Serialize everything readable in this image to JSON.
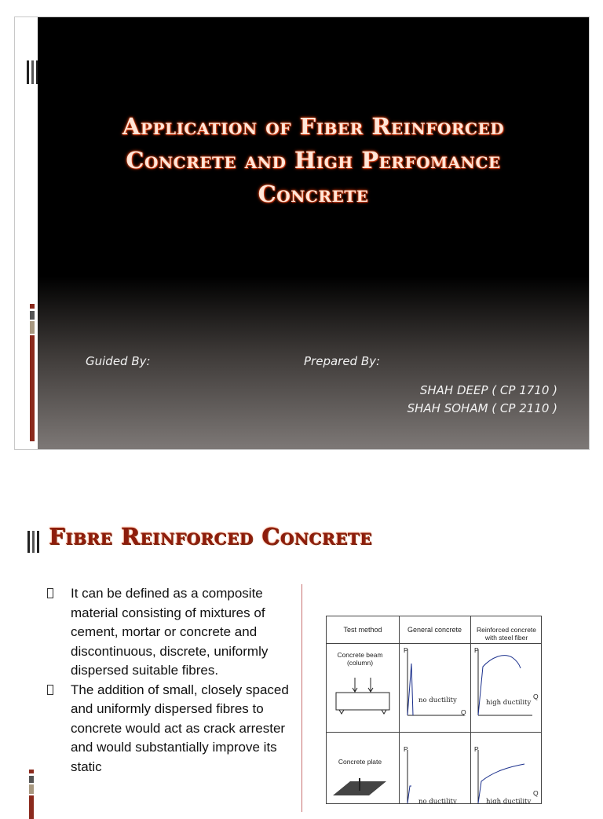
{
  "slide1": {
    "title_lines": [
      "Application  of Fiber Reinforced",
      "Concrete and High Perfomance",
      "Concrete"
    ],
    "guided_by_label": "Guided By:",
    "prepared_by_label": "Prepared By:",
    "authors": [
      "SHAH DEEP ( CP 1710 )",
      "SHAH SOHAM ( CP 2110 )"
    ],
    "colors": {
      "title": "#ffe6d8",
      "title_glow": "#e03c10",
      "accent_bar": "#8b2a1d"
    }
  },
  "slide2": {
    "heading": "Fibre  Reinforced  Concrete",
    "bullets": [
      "It can be defined as a composite material consisting of mixtures of cement, mortar or concrete and discontinuous, discrete, uniformly dispersed suitable fibres.",
      "The addition of small, closely spaced and uniformly dispersed fibres to concrete would act as crack arrester and would substantially improve its static"
    ],
    "figure": {
      "headers": [
        "Test method",
        "General concrete",
        "Reinforced  concrete\nwith steel fiber"
      ],
      "rows": [
        {
          "label": "Concrete beam\n(column)",
          "general": "no ductility",
          "reinforced": "high ductility"
        },
        {
          "label": "Concrete plate",
          "general": "no ductility",
          "reinforced": "high ductility"
        }
      ],
      "axis_p": "P",
      "axis_q": "Q"
    },
    "colors": {
      "heading": "#8c1c0c"
    }
  }
}
